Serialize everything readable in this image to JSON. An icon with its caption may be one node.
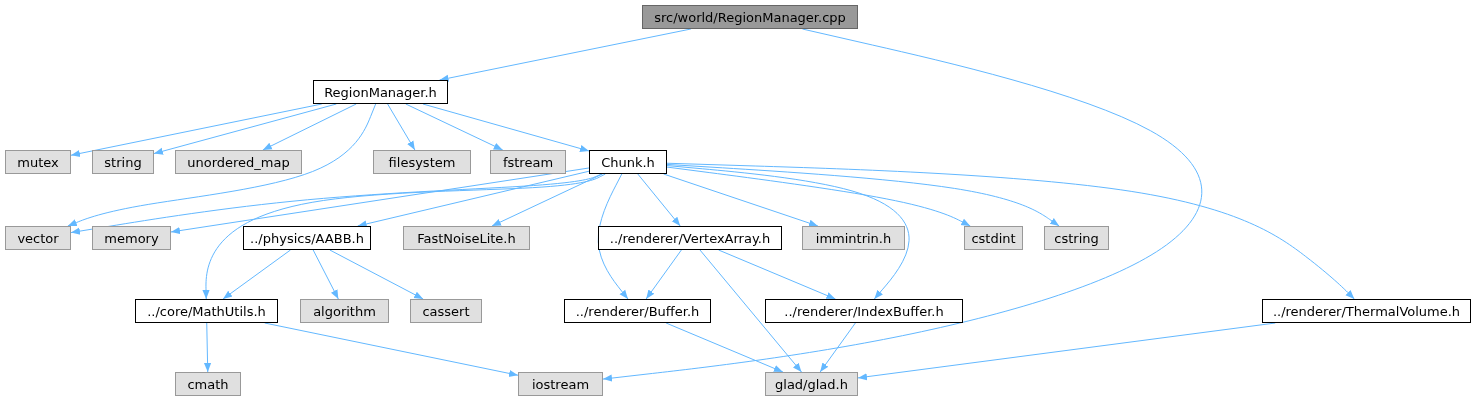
{
  "diagram": {
    "nodes": [
      {
        "text": [
          "src/world/RegionManager.cpp"
        ]
      },
      {
        "text": [
          "RegionManager.h"
        ]
      },
      {
        "text": [
          "mutex"
        ]
      },
      {
        "text": [
          "string"
        ]
      },
      {
        "text": [
          "unordered_map"
        ]
      },
      {
        "text": [
          "filesystem"
        ]
      },
      {
        "text": [
          "fstream"
        ]
      },
      {
        "text": [
          "Chunk.h"
        ]
      },
      {
        "text": [
          "vector"
        ]
      },
      {
        "text": [
          "memory"
        ]
      },
      {
        "text": [
          "../physics/AABB.h"
        ]
      },
      {
        "text": [
          "FastNoiseLite.h"
        ]
      },
      {
        "text": [
          "../renderer/VertexArray.h"
        ]
      },
      {
        "text": [
          "immintrin.h"
        ]
      },
      {
        "text": [
          "cstdint"
        ]
      },
      {
        "text": [
          "cstring"
        ]
      },
      {
        "text": [
          "../core/MathUtils.h"
        ]
      },
      {
        "text": [
          "algorithm"
        ]
      },
      {
        "text": [
          "cassert"
        ]
      },
      {
        "text": [
          "../renderer/Buffer.h"
        ]
      },
      {
        "text": [
          "../renderer/IndexBuffer.h"
        ]
      },
      {
        "text": [
          "../renderer/ThermalVolume.h"
        ]
      },
      {
        "text": [
          "cmath"
        ]
      },
      {
        "text": [
          "iostream"
        ]
      },
      {
        "text": [
          "glad/glad.h"
        ]
      }
    ],
    "edges": [
      {
        "from": 0,
        "to": 1,
        "arrow": "to"
      },
      {
        "from": 0,
        "to": 23,
        "arrow": "to"
      },
      {
        "from": 1,
        "to": 2,
        "arrow": "to"
      },
      {
        "from": 1,
        "to": 3,
        "arrow": "to"
      },
      {
        "from": 1,
        "to": 4,
        "arrow": "to"
      },
      {
        "from": 1,
        "to": 8,
        "arrow": "to"
      },
      {
        "from": 1,
        "to": 5,
        "arrow": "to"
      },
      {
        "from": 1,
        "to": 6,
        "arrow": "to"
      },
      {
        "from": 1,
        "to": 7,
        "arrow": "to"
      },
      {
        "from": 7,
        "to": 8,
        "arrow": "to"
      },
      {
        "from": 7,
        "to": 9,
        "arrow": "to"
      },
      {
        "from": 7,
        "to": 16,
        "arrow": "to"
      },
      {
        "from": 7,
        "to": 10,
        "arrow": "to"
      },
      {
        "from": 7,
        "to": 11,
        "arrow": "to"
      },
      {
        "from": 7,
        "to": 19,
        "arrow": "to"
      },
      {
        "from": 7,
        "to": 12,
        "arrow": "to"
      },
      {
        "from": 7,
        "to": 13,
        "arrow": "to"
      },
      {
        "from": 7,
        "to": 20,
        "arrow": "to"
      },
      {
        "from": 7,
        "to": 14,
        "arrow": "to"
      },
      {
        "from": 7,
        "to": 15,
        "arrow": "to"
      },
      {
        "from": 7,
        "to": 21,
        "arrow": "to"
      },
      {
        "from": 10,
        "to": 16,
        "arrow": "to"
      },
      {
        "from": 10,
        "to": 17,
        "arrow": "to"
      },
      {
        "from": 10,
        "to": 18,
        "arrow": "to"
      },
      {
        "from": 12,
        "to": 19,
        "arrow": "to"
      },
      {
        "from": 12,
        "to": 24,
        "arrow": "to"
      },
      {
        "from": 12,
        "to": 20,
        "arrow": "to"
      },
      {
        "from": 16,
        "to": 22,
        "arrow": "to"
      },
      {
        "from": 16,
        "to": 23,
        "arrow": "to"
      },
      {
        "from": 19,
        "to": 24,
        "arrow": "to"
      },
      {
        "from": 20,
        "to": 24,
        "arrow": "to"
      },
      {
        "from": 21,
        "to": 24,
        "arrow": "to"
      }
    ]
  }
}
